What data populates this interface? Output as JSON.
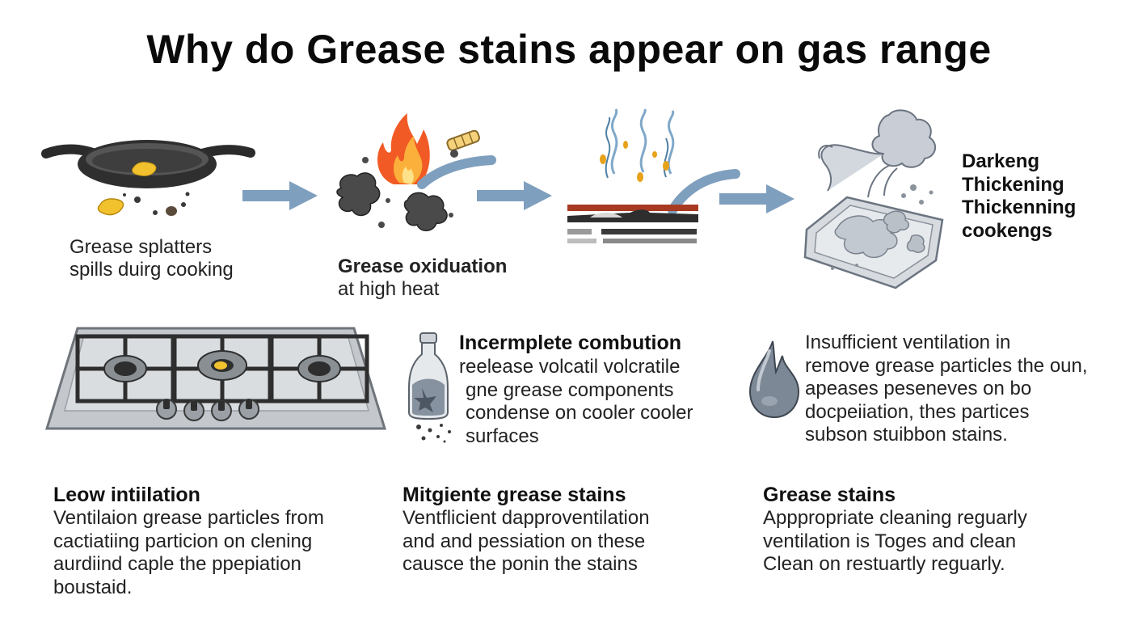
{
  "title": "Why do Grease stains appear on gas  range",
  "top_row": {
    "step1": {
      "lines": [
        "Grease splatters",
        "spills duirg cooking"
      ],
      "icon": "frying-pan-icon"
    },
    "step2": {
      "heading": "Grease oxiduation",
      "subline": "at high heat",
      "icon": "flame-icon"
    },
    "step3": {
      "icon": "heated-surface-icon"
    },
    "step4": {
      "lines": [
        "Darkeng",
        "Thickening",
        "Thickenning",
        "cookengs"
      ],
      "icon": "grease-buildup-icon"
    }
  },
  "middle_row": {
    "combustion": {
      "heading": "Incermplete combution",
      "lines": [
        "reelease volcatil volcratile",
        "gne grease components",
        "condense on cooler cooler",
        "surfaces"
      ],
      "icon": "bottle-icon"
    },
    "ventilation": {
      "lines": [
        "Insufficient ventilation in",
        "remove grease particles the oun,",
        "apeases peseneves on bo",
        "docpeiiation, thes partices",
        "subson stuibbon stains."
      ],
      "icon": "drop-icon"
    },
    "stove": {
      "icon": "gas-stove-icon"
    }
  },
  "bottom_row": [
    {
      "heading": "Leow intiilation",
      "lines": [
        "Ventilaion grease particles from",
        "cactiatiing particion on clening",
        "aurdiind caple the ppepiation",
        "boustaid."
      ]
    },
    {
      "heading": "Mitgiente grease stains",
      "lines": [
        "Ventflicient dapproventilation",
        " and and pessiation on these",
        "causce the ponin the stains"
      ]
    },
    {
      "heading": "Grease stains",
      "lines": [
        "Apppropriate cleaning reguarly",
        "ventilation is Toges and clean",
        "Clean on restuartly reguarly."
      ]
    }
  ],
  "colors": {
    "arrow": "#7f9fbe",
    "grease": "#f2c12e",
    "flame_outer": "#f15a24",
    "flame_inner": "#fbb03b",
    "soot": "#4a4a4a",
    "steel": "#c8ccd1"
  }
}
